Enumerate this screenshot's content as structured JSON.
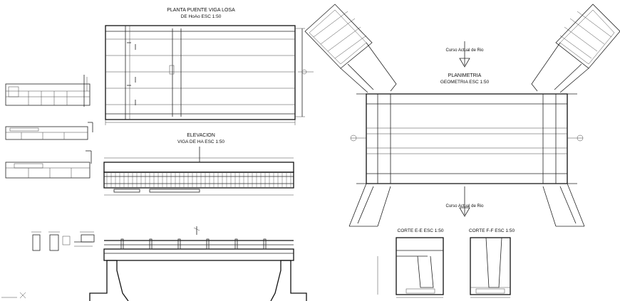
{
  "drawing": {
    "plan_title_line1": "PLANTA PUENTE VIGA LOSA",
    "plan_title_line2": "DE HoAo  ESC 1:50",
    "elevation_title_line1": "ELEVACION",
    "elevation_title_line2": "VIGA DE HA  ESC 1:50",
    "planimetry_title_line1": "PLANIMETRIA",
    "planimetry_title_line2": "GEOMETRIA  ESC 1:50",
    "river_top": "Curso Actual de Rio",
    "river_bottom": "Curso Actual de Rio",
    "section_ee": "CORTE E-E   ESC 1:50",
    "section_ff": "CORTE F-F   ESC 1:50"
  }
}
